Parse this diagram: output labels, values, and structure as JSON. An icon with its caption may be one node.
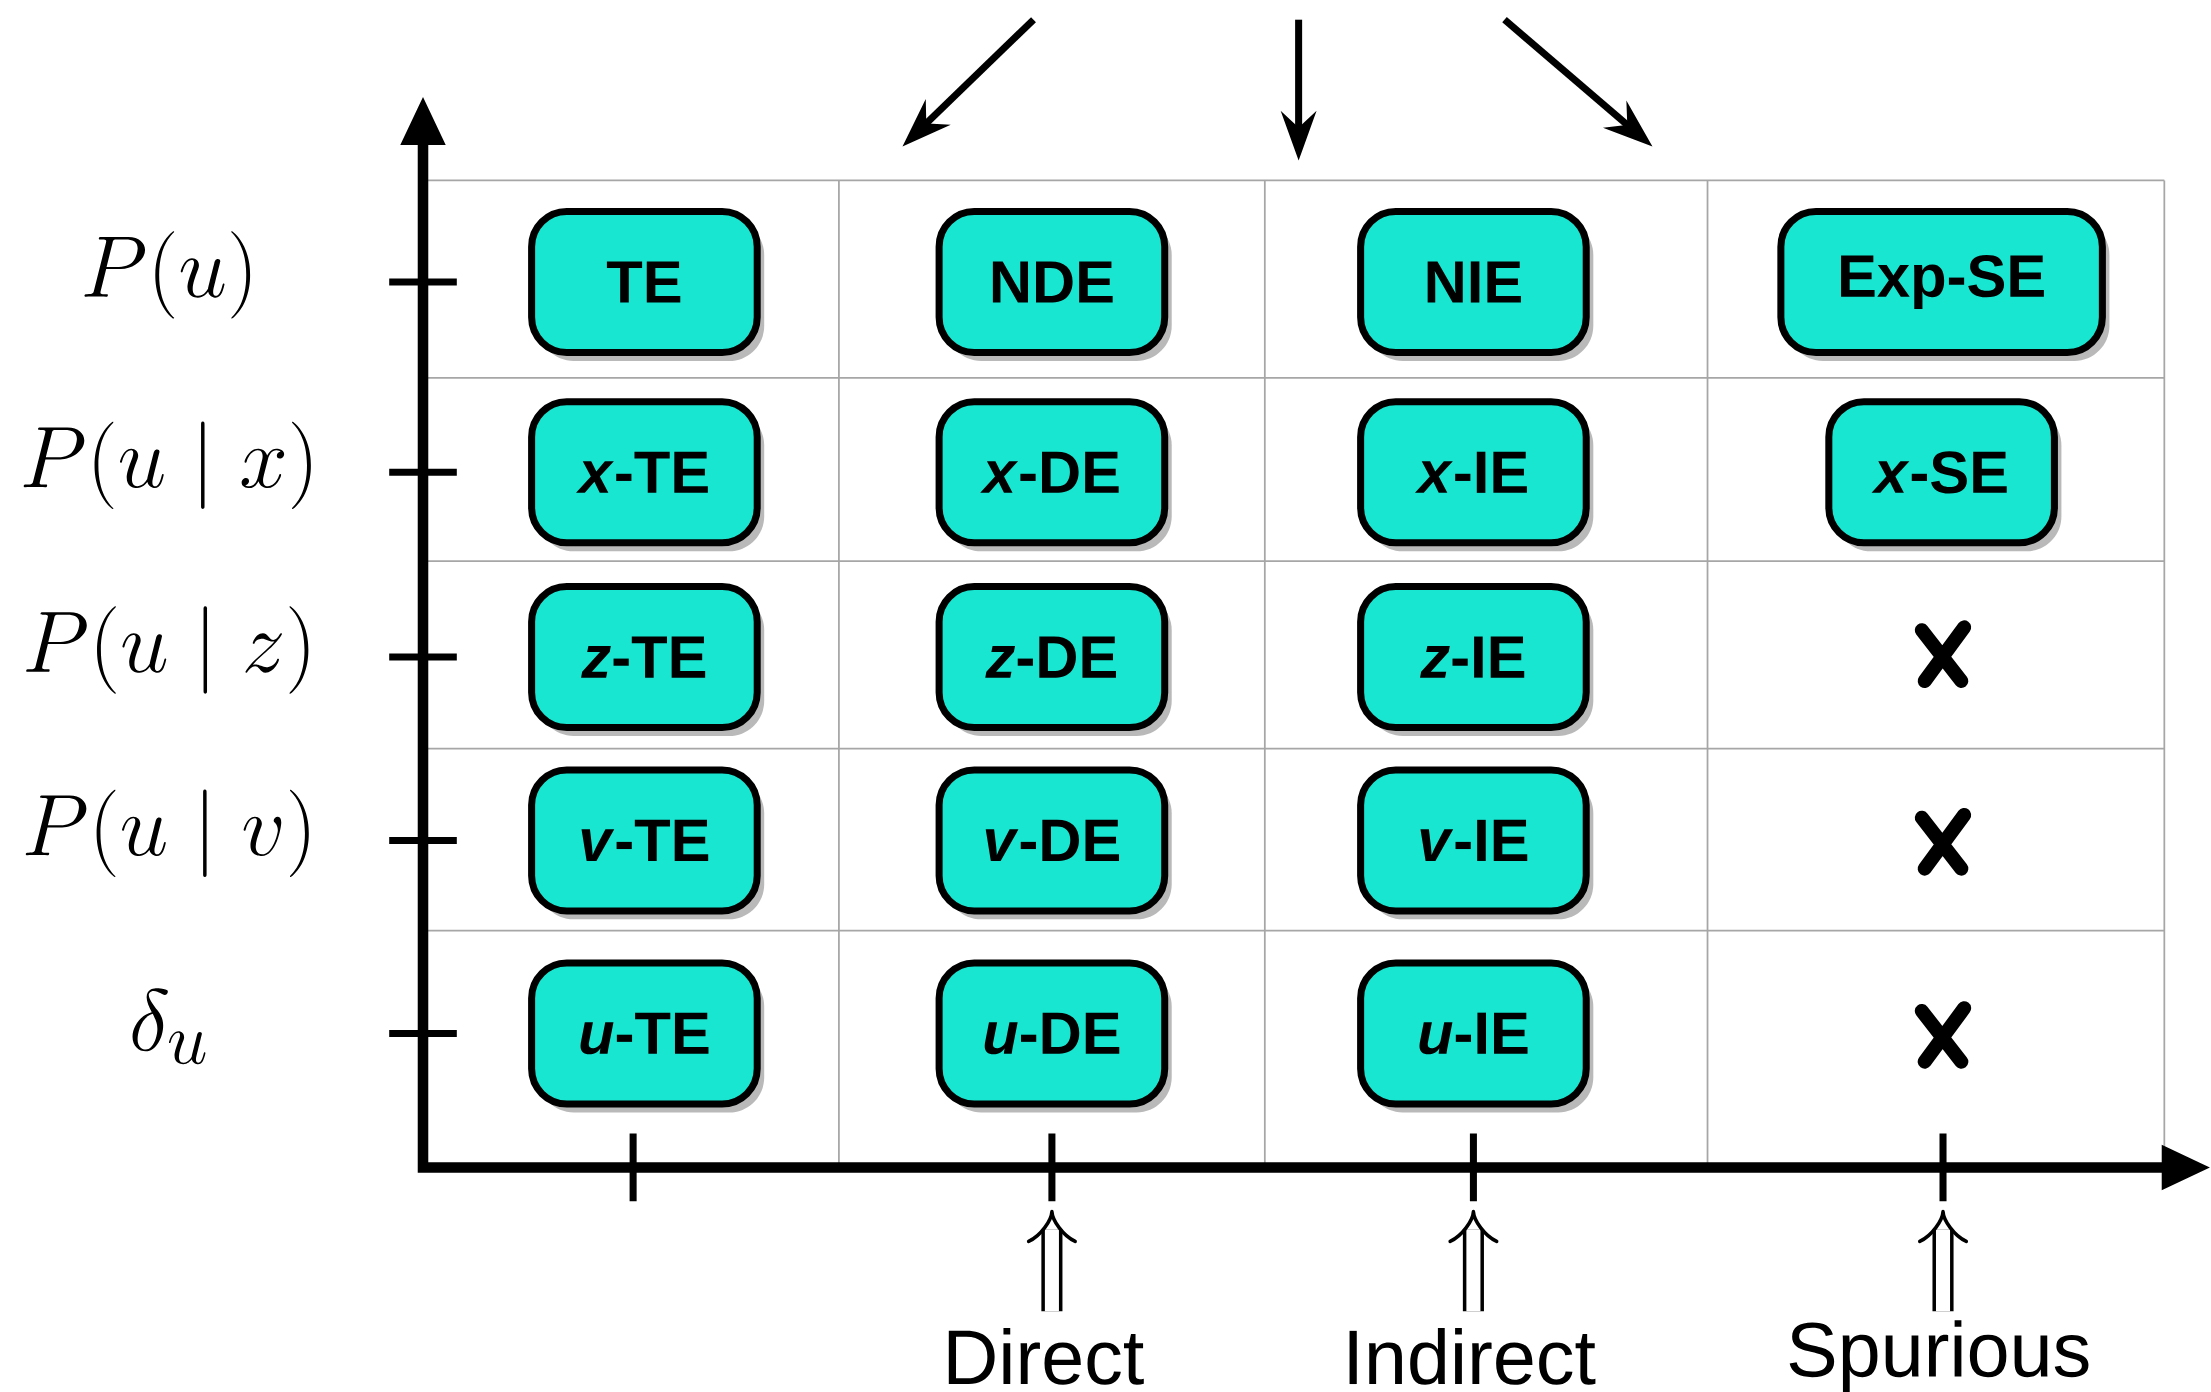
{
  "diagram": {
    "nodes": [
      {
        "text": [
          "TE"
        ]
      },
      {
        "text": [
          "NDE"
        ]
      },
      {
        "text": [
          "NIE"
        ]
      },
      {
        "text": [
          "Exp-SE"
        ]
      },
      {
        "text": [
          "*x*-TE"
        ]
      },
      {
        "text": [
          "*x*-DE"
        ]
      },
      {
        "text": [
          "*x*-IE"
        ]
      },
      {
        "text": [
          "*x*-SE"
        ]
      },
      {
        "text": [
          "*z*-TE"
        ]
      },
      {
        "text": [
          "*z*-DE"
        ]
      },
      {
        "text": [
          "*z*-IE"
        ]
      },
      {
        "text": [
          "*v*-TE"
        ]
      },
      {
        "text": [
          "*v*-DE"
        ]
      },
      {
        "text": [
          "*v*-IE"
        ]
      },
      {
        "text": [
          "*u*-TE"
        ]
      },
      {
        "text": [
          "*u*-DE"
        ]
      },
      {
        "text": [
          "*u*-IE"
        ]
      }
    ],
    "labels": [
      "P(u)",
      "P(u \\mid x)",
      "P(u \\mid z)",
      "P(u \\mid v)",
      "\\delta_u",
      "Direct",
      "Indirect",
      "Spurious"
    ]
  }
}
